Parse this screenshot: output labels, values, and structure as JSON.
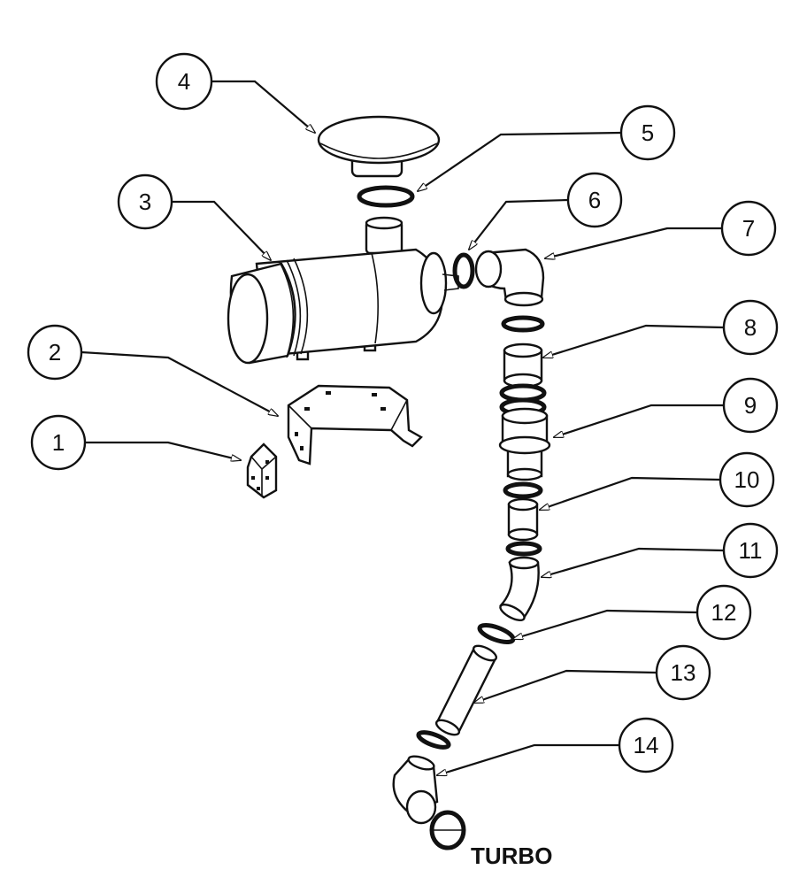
{
  "callouts": [
    {
      "number": "1"
    },
    {
      "number": "2"
    },
    {
      "number": "3"
    },
    {
      "number": "4"
    },
    {
      "number": "5"
    },
    {
      "number": "6"
    },
    {
      "number": "7"
    },
    {
      "number": "8"
    },
    {
      "number": "9"
    },
    {
      "number": "10"
    },
    {
      "number": "11"
    },
    {
      "number": "12"
    },
    {
      "number": "13"
    },
    {
      "number": "14"
    }
  ],
  "outlet_label": "TURBO"
}
